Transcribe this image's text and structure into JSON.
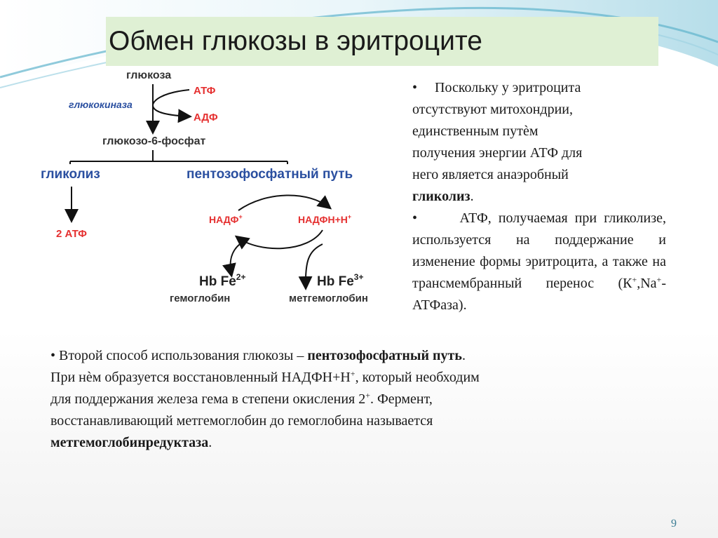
{
  "slide": {
    "title": "Обмен глюкозы в эритроците",
    "page_number": "9",
    "accent_color": "#2a4fa0",
    "red_color": "#e53030"
  },
  "diagram": {
    "glucose": "глюкоза",
    "atp": "АТФ",
    "adp": "АДФ",
    "glucokinase": "глюкокиназа",
    "g6p": "глюкозо-6-фосфат",
    "glycolysis": "гликолиз",
    "ppp": "пентозофосфатный путь",
    "two_atp": "2 АТФ",
    "nadp": "НАДФ",
    "nadp_sup": "+",
    "nadph": "НАДФН+Н",
    "nadph_sup": "+",
    "hb_fe2": "Hb Fe",
    "hb_fe2_sup": "2+",
    "hb_fe3": "Hb Fe",
    "hb_fe3_sup": "3+",
    "hemoglobin": "гемоглобин",
    "methemoglobin": "метгемоглобин"
  },
  "right": {
    "p1_bullet": "•",
    "p1_line1": "Поскольку у эритроцита",
    "p1_line2": "отсутствуют  митохондрии,",
    "p1_line3": "единственным путѐм",
    "p1_line4": "получения энергии АТФ для",
    "p1_line5": "него является анаэробный",
    "p1_bold": "гликолиз",
    "p1_end": ".",
    "p2_bullet": "•",
    "p2_text_a": "АТФ, получаемая при гликолизе, используется на поддержание и изменение формы эритроцита, а также на трансмембранный перенос (К",
    "p2_sup1": "+",
    "p2_text_b": ",Na",
    "p2_sup2": "+",
    "p2_text_c": "-АТФаза)."
  },
  "bottom": {
    "line1_a": "• Второй способ использования глюкозы –  ",
    "line1_bold": "пентозофосфатный путь",
    "line1_end": ".",
    "line2_a": "При нѐм образуется восстановленный НАДФН+Н",
    "line2_sup": "+",
    "line2_b": ", который  необходим",
    "line3_a": "для поддержания железа гема в  степени окисления 2",
    "line3_sup": "+",
    "line3_b": ". Фермент,",
    "line4": "восстанавливающий метгемоглобин до  гемоглобина называется",
    "line5_bold": "метгемоглобинредуктаза",
    "line5_end": "."
  }
}
